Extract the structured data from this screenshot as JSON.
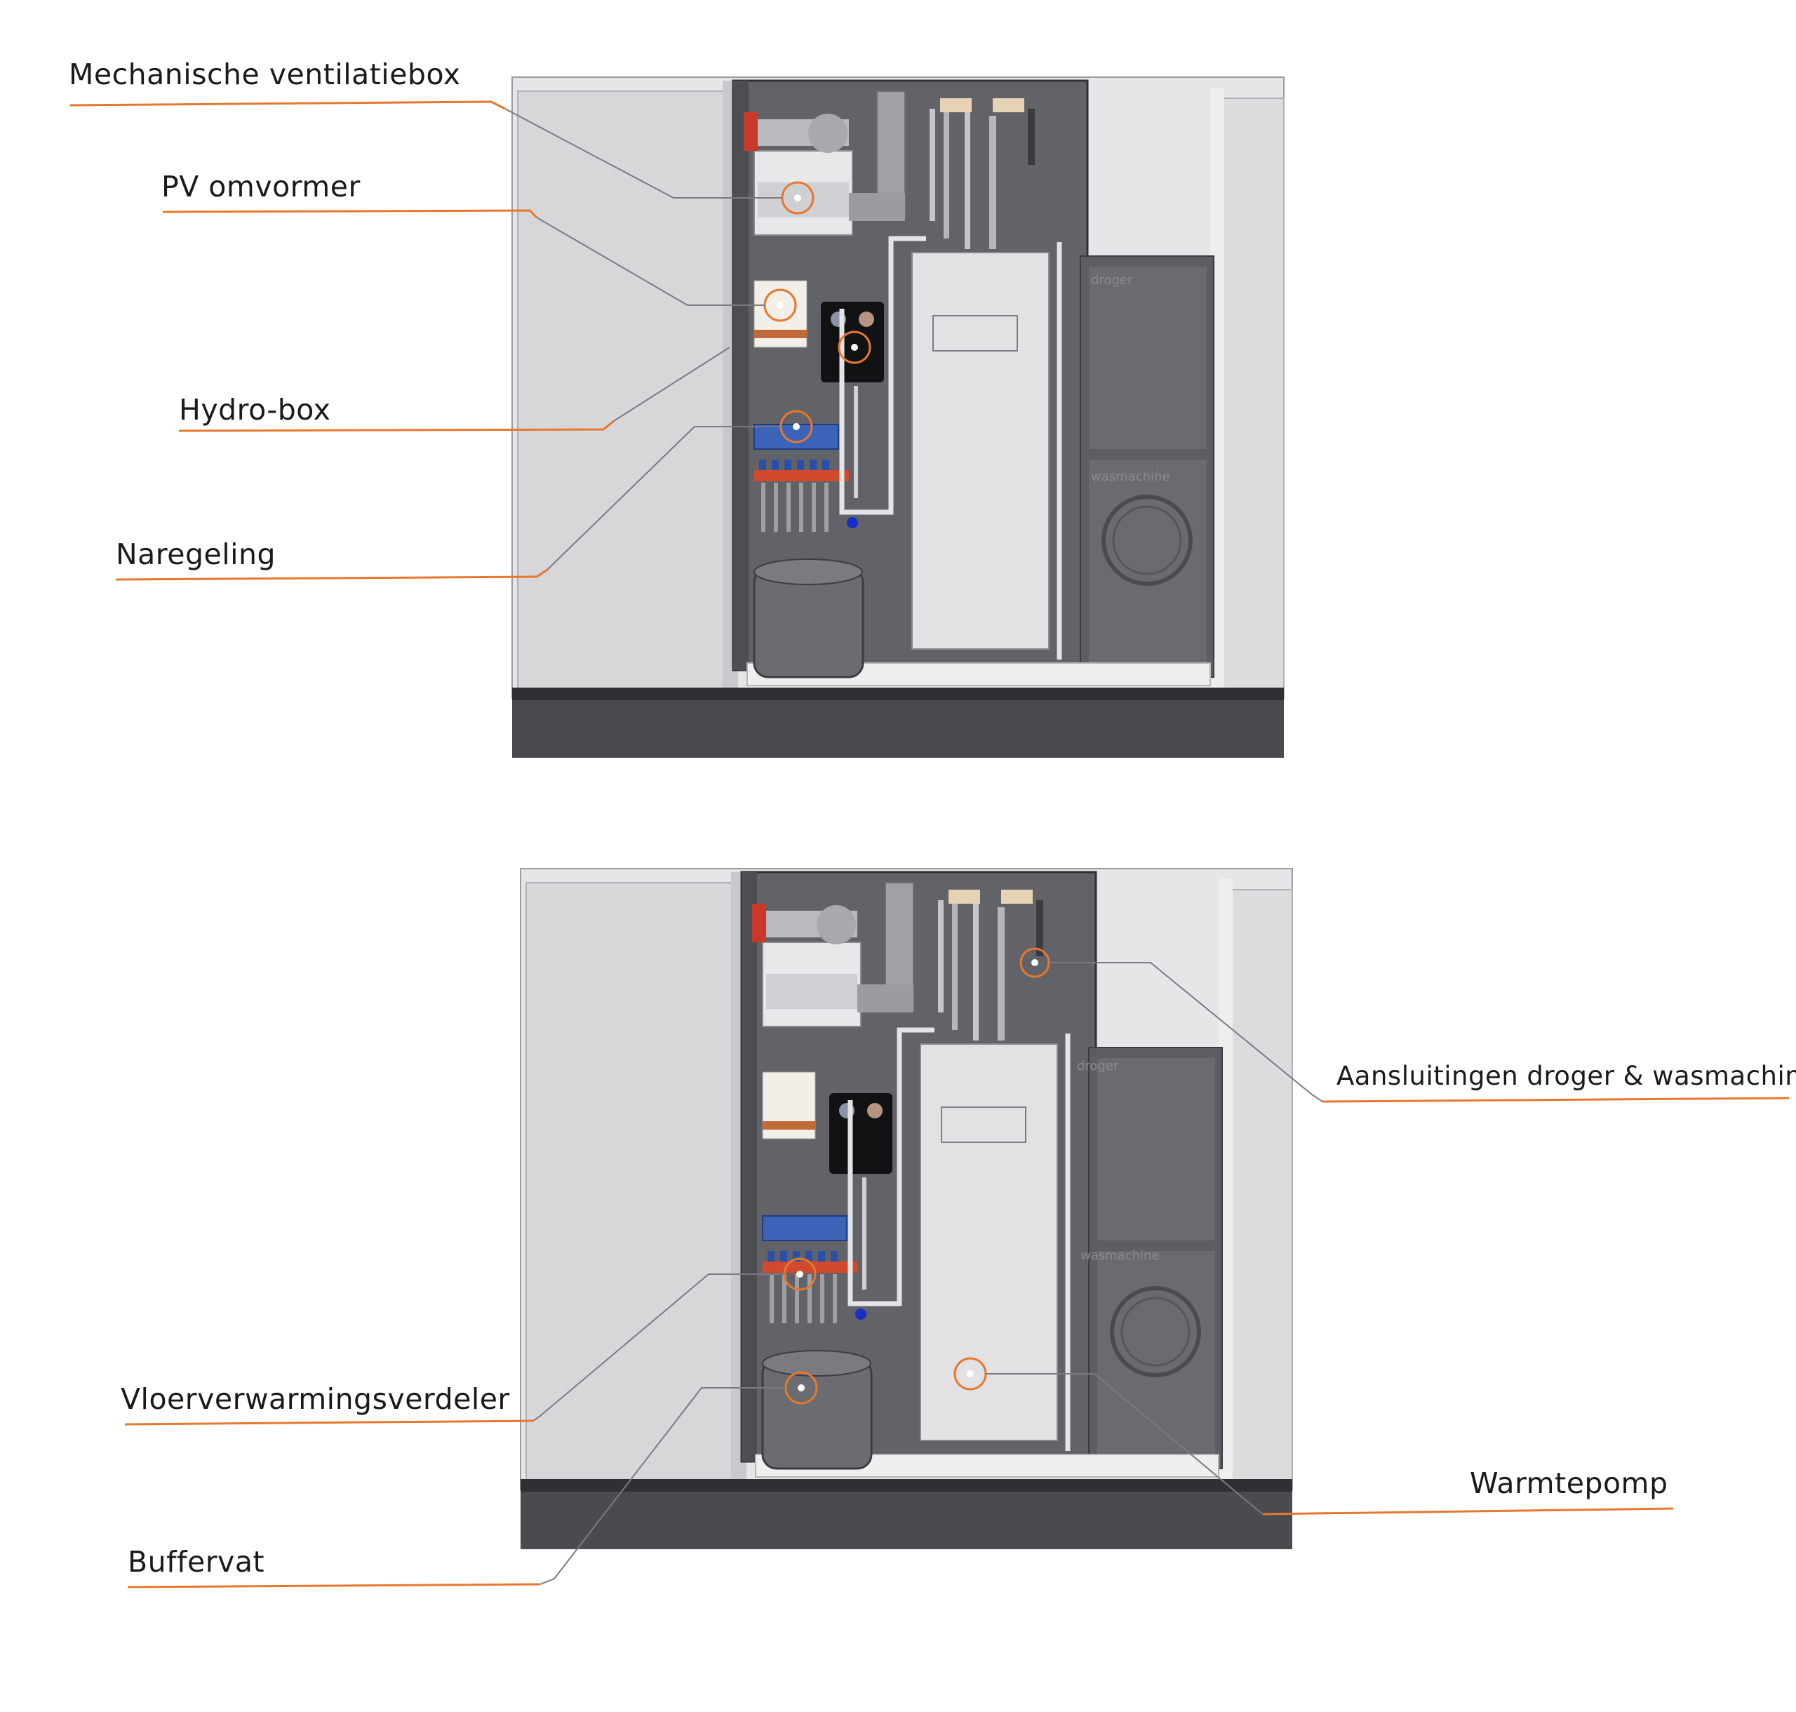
{
  "top_diagram": {
    "callouts": [
      {
        "id": "mechanische-ventilatiebox",
        "text": "Mechanische ventilatiebox"
      },
      {
        "id": "pv-omvormer",
        "text": "PV omvormer"
      },
      {
        "id": "hydro-box",
        "text": "Hydro-box"
      },
      {
        "id": "naregeling",
        "text": "Naregeling"
      }
    ],
    "appliance_labels": {
      "dryer": "droger",
      "washer": "wasmachine"
    }
  },
  "bottom_diagram": {
    "callouts": [
      {
        "id": "aansluitingen",
        "text": "Aansluitingen droger & wasmachine"
      },
      {
        "id": "vloerverwarmingsverdeler",
        "text": "Vloerverwarmingsverdeler"
      },
      {
        "id": "warmtepomp",
        "text": "Warmtepomp"
      },
      {
        "id": "buffervat",
        "text": "Buffervat"
      }
    ],
    "appliance_labels": {
      "dryer": "droger",
      "washer": "wasmachine"
    }
  },
  "colors": {
    "accent_orange": "#e8772e",
    "leader_gray": "#7a7a80",
    "wall_dark": "#5c5d62",
    "panel_light": "#d9d9dc",
    "base_dark": "#4a4b4f"
  }
}
